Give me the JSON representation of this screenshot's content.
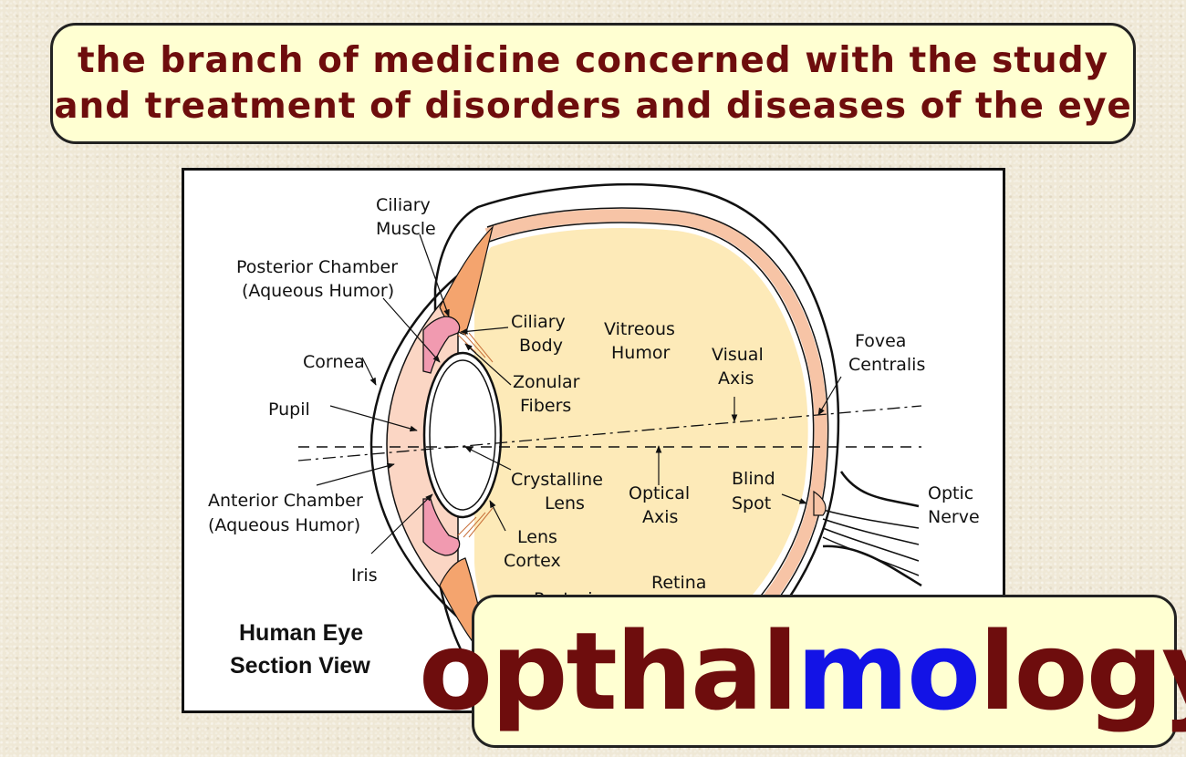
{
  "definition": {
    "line1": "the branch of medicine concerned with the study",
    "line2": "and treatment of disorders and diseases of the eye"
  },
  "diagram": {
    "title_line1": "Human Eye",
    "title_line2": "Section View",
    "labels": {
      "ciliary_muscle_1": "Ciliary",
      "ciliary_muscle_2": "Muscle",
      "posterior_chamber_1": "Posterior Chamber",
      "posterior_chamber_2": "(Aqueous Humor)",
      "cornea": "Cornea",
      "pupil": "Pupil",
      "anterior_chamber_1": "Anterior Chamber",
      "anterior_chamber_2": "(Aqueous Humor)",
      "iris": "Iris",
      "ciliary_body_1": "Ciliary",
      "ciliary_body_2": "Body",
      "zonular_fibers_1": "Zonular",
      "zonular_fibers_2": "Fibers",
      "crystalline_lens_1": "Crystalline",
      "crystalline_lens_2": "Lens",
      "lens_cortex_1": "Lens",
      "lens_cortex_2": "Cortex",
      "posterior_partial": "Posteri",
      "vitreous_humor_1": "Vitreous",
      "vitreous_humor_2": "Humor",
      "visual_axis_1": "Visual",
      "visual_axis_2": "Axis",
      "optical_axis_1": "Optical",
      "optical_axis_2": "Axis",
      "retina": "Retina",
      "blind_spot_1": "Blind",
      "blind_spot_2": "Spot",
      "fovea_centralis_1": "Fovea",
      "fovea_centralis_2": "Centralis",
      "optic_nerve_1": "Optic",
      "optic_nerve_2": "Nerve"
    }
  },
  "term": {
    "part1": "opthal",
    "part2": "mo",
    "part3": "logy"
  },
  "colors": {
    "dark_red": "#6e0d0d",
    "blue": "#1313e6",
    "cream": "#ffffd2",
    "eye_fill": "#fdeab8",
    "retina_pink": "#f7c4a6",
    "muscle_orange": "#f4a46e"
  }
}
